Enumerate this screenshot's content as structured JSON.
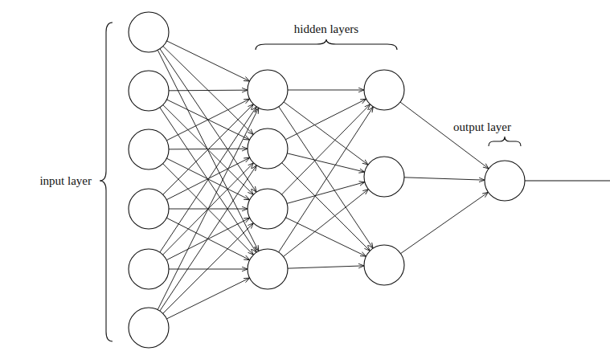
{
  "diagram": {
    "labels": [
      "hidden layers",
      "output layer",
      "input layer"
    ]
  }
}
